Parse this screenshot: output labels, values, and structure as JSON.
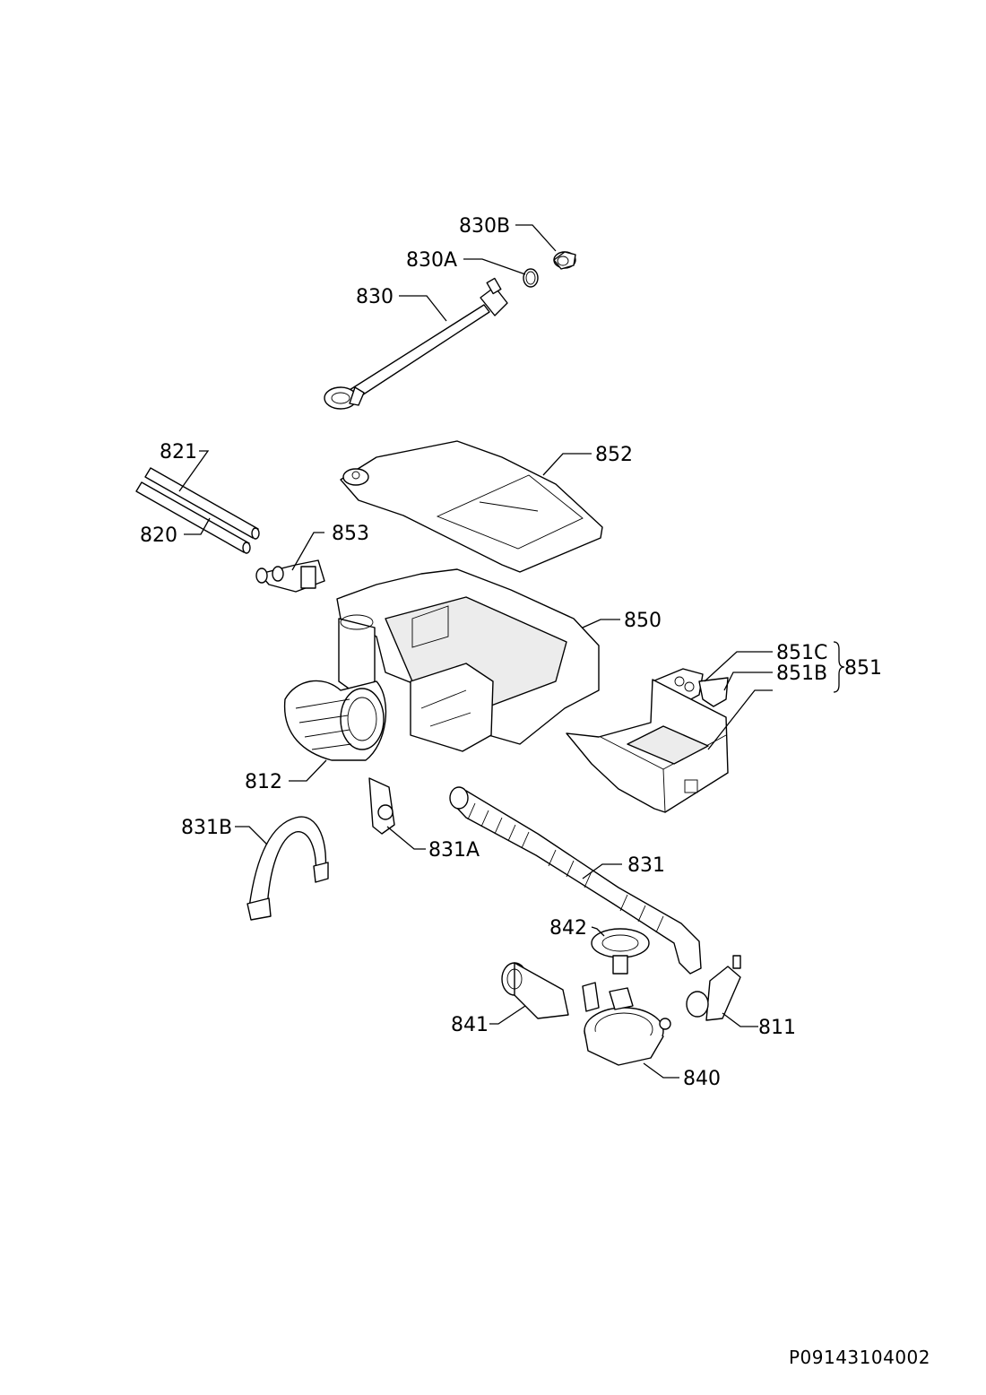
{
  "labels": {
    "l830B": "830B",
    "l830A": "830A",
    "l830": "830",
    "l821": "821",
    "l820": "820",
    "l852": "852",
    "l853": "853",
    "l850": "850",
    "l851C": "851C",
    "l851B": "851B",
    "l851": "851",
    "l812": "812",
    "l831B": "831B",
    "l831A": "831A",
    "l831": "831",
    "l842": "842",
    "l841": "841",
    "l811": "811",
    "l840": "840"
  },
  "document_id": "P09143104002"
}
